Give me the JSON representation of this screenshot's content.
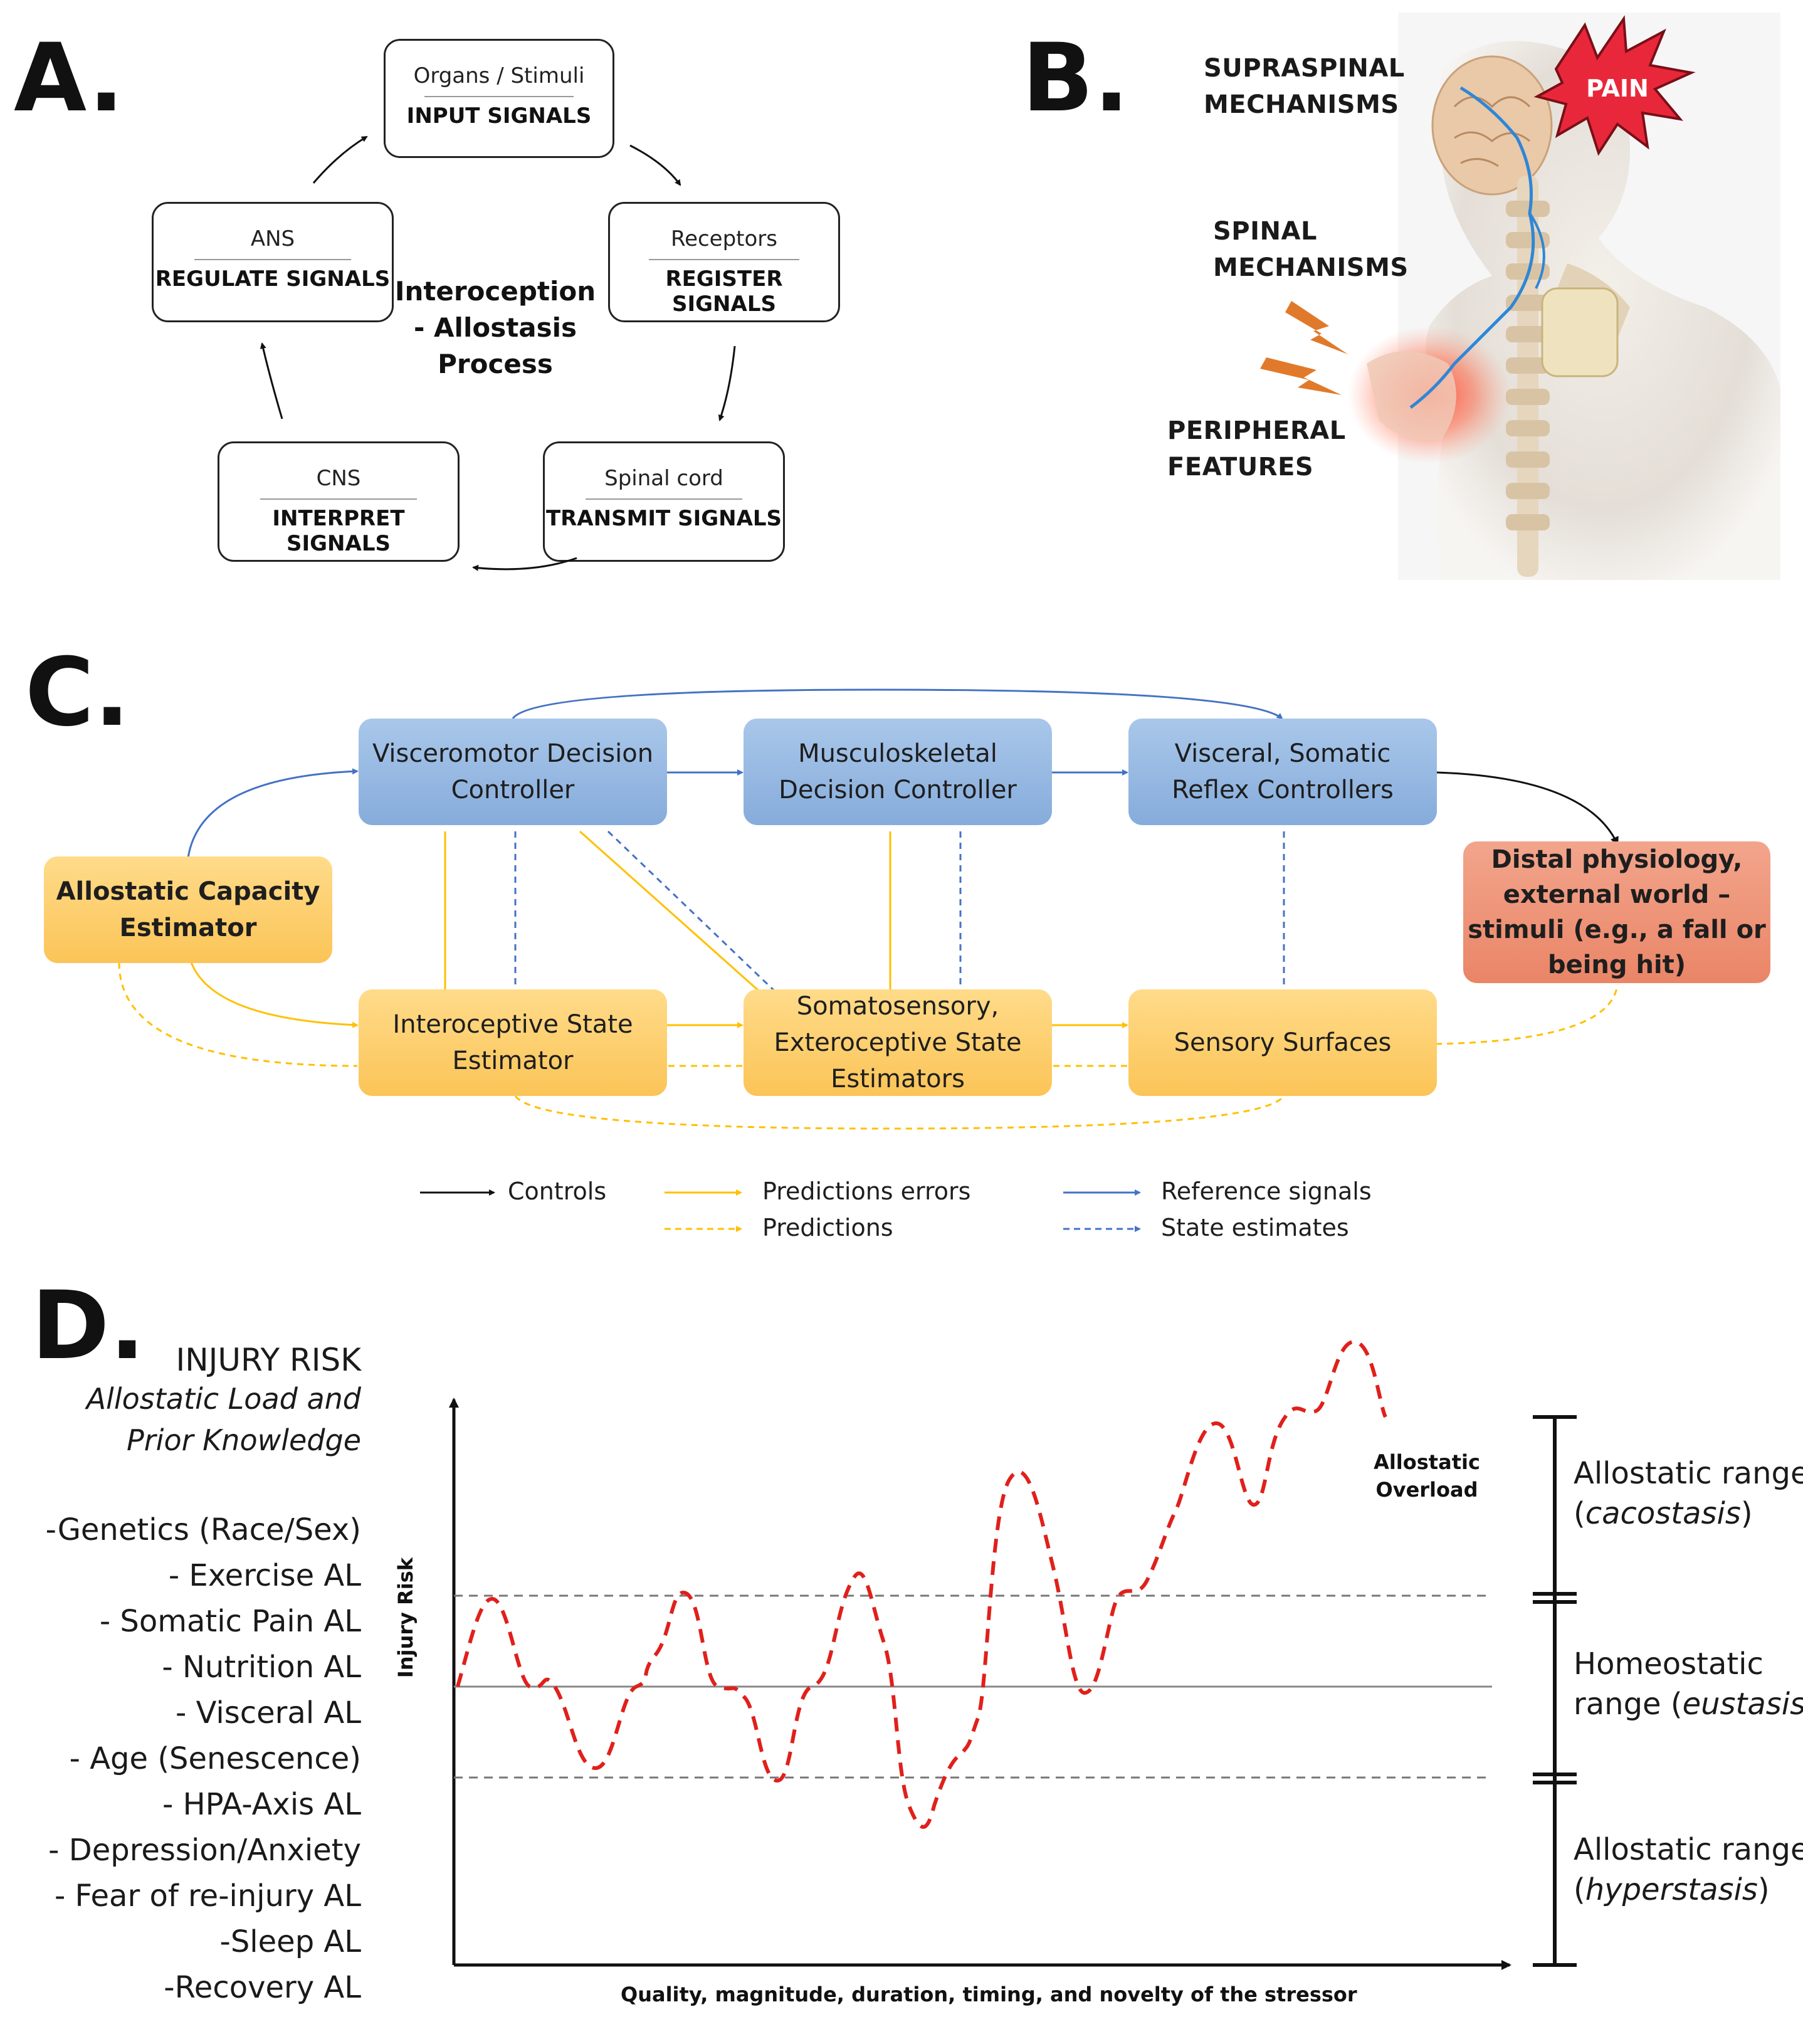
{
  "panels": {
    "a": "A.",
    "b": "B.",
    "c": "C.",
    "d": "D."
  },
  "panel_a": {
    "center": [
      "Interoception",
      "- Allostasis",
      "Process"
    ],
    "boxes": [
      {
        "top": "Organs / Stimuli",
        "bottom": "INPUT SIGNALS"
      },
      {
        "top": "Receptors",
        "bottom": "REGISTER SIGNALS"
      },
      {
        "top": "Spinal cord",
        "bottom": "TRANSMIT SIGNALS"
      },
      {
        "top": "CNS",
        "bottom": "INTERPRET SIGNALS"
      },
      {
        "top": "ANS",
        "bottom": "REGULATE SIGNALS"
      }
    ]
  },
  "panel_b": {
    "labels": [
      {
        "line1": "SUPRASPINAL",
        "line2": "MECHANISMS"
      },
      {
        "line1": "SPINAL",
        "line2": "MECHANISMS"
      },
      {
        "line1": "PERIPHERAL",
        "line2": "FEATURES"
      }
    ],
    "pain_badge": "PAIN"
  },
  "panel_c": {
    "nodes": {
      "visceromotor": [
        "Visceromotor Decision",
        "Controller"
      ],
      "musculoskeletal": [
        "Musculoskeletal",
        "Decision Controller"
      ],
      "visceral": [
        "Visceral, Somatic",
        "Reflex Controllers"
      ],
      "allostatic": [
        "Allostatic Capacity",
        "Estimator"
      ],
      "distal": [
        "Distal physiology,",
        "external world –",
        "stimuli (e.g., a fall or",
        "being hit)"
      ],
      "interoceptive": [
        "Interoceptive State",
        "Estimator"
      ],
      "somatosensory": [
        "Somatosensory,",
        "Exteroceptive State",
        "Estimators"
      ],
      "sensory": [
        "Sensory Surfaces"
      ]
    },
    "legend": {
      "controls": "Controls",
      "prediction_errors": "Predictions errors",
      "predictions": "Predictions",
      "reference_signals": "Reference signals",
      "state_estimates": "State estimates"
    },
    "colors": {
      "blue_arrow": "#4472c4",
      "yellow_arrow": "#ffc000",
      "black_arrow": "#111111",
      "blue_node": "#9dbde6",
      "yellow_node": "#fdd06f",
      "red_node": "#ee957a"
    }
  },
  "panel_d": {
    "heading": "INJURY RISK",
    "subheading": [
      "Allostatic Load and",
      "Prior Knowledge"
    ],
    "factors": [
      "-Genetics (Race/Sex)",
      "- Exercise AL",
      "- Somatic Pain AL",
      "- Nutrition AL",
      "- Visceral AL",
      "- Age (Senescence)",
      "- HPA-Axis AL",
      "- Depression/Anxiety",
      "- Fear of re-injury AL",
      "-Sleep AL",
      "-Recovery AL"
    ],
    "ylabel": "Injury Risk",
    "xlabel": "Quality, magnitude, duration, timing, and novelty of the stressor",
    "overload_label": [
      "Allostatic",
      "Overload"
    ],
    "ranges": [
      {
        "line1": "Allostatic range",
        "open": "(",
        "term": "cacostasis",
        "close": ")"
      },
      {
        "line1": "Homeostatic",
        "pre": "range (",
        "term": "eustasis",
        "close": ")"
      },
      {
        "line1": "Allostatic range",
        "open": "(",
        "term": "hyperstasis",
        "close": ")"
      }
    ],
    "curve_color": "#e0201b"
  }
}
